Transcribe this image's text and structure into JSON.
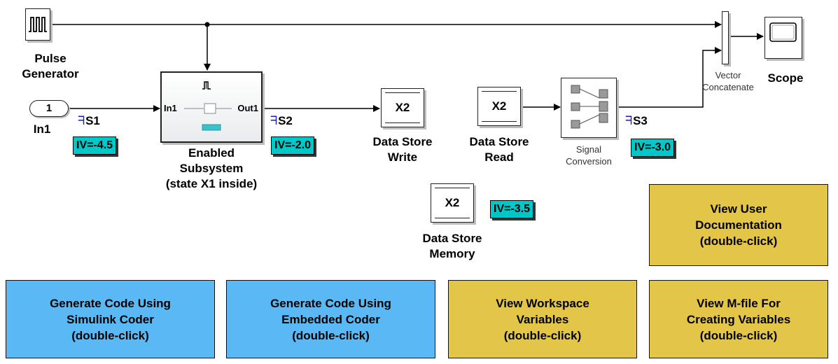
{
  "blocks": {
    "pulse_generator": {
      "label": "Pulse Generator"
    },
    "in1": {
      "port_number": "1",
      "label": "In1"
    },
    "enabled_subsystem": {
      "port_in": "In1",
      "port_out": "Out1",
      "label_line1": "Enabled",
      "label_line2": "Subsystem",
      "label_line3": "(state X1 inside)"
    },
    "data_store_write": {
      "var": "X2",
      "label_line1": "Data Store",
      "label_line2": "Write"
    },
    "data_store_read": {
      "var": "X2",
      "label_line1": "Data Store",
      "label_line2": "Read"
    },
    "data_store_memory": {
      "var": "X2",
      "label_line1": "Data Store",
      "label_line2": "Memory"
    },
    "signal_conversion": {
      "label_line1": "Signal",
      "label_line2": "Conversion"
    },
    "vector_concatenate": {
      "label_line1": "Vector",
      "label_line2": "Concatenate"
    },
    "scope": {
      "label": "Scope"
    }
  },
  "signals": {
    "s1": "S1",
    "s2": "S2",
    "s3": "S3"
  },
  "initial_values": {
    "s1": "IV=-4.5",
    "s2": "IV=-2.0",
    "s3": "IV=-3.0",
    "dsm": "IV=-3.5"
  },
  "buttons": {
    "generate_simulink": {
      "line1": "Generate Code Using",
      "line2": "Simulink Coder",
      "line3": "(double-click)"
    },
    "generate_embedded": {
      "line1": "Generate Code Using",
      "line2": "Embedded Coder",
      "line3": "(double-click)"
    },
    "view_workspace": {
      "line1": "View Workspace",
      "line2": "Variables",
      "line3": "(double-click)"
    },
    "view_mfile": {
      "line1": "View M-file For",
      "line2": "Creating Variables",
      "line3": "(double-click)"
    },
    "view_user_doc": {
      "line1": "View User",
      "line2": "Documentation",
      "line3": "(double-click)"
    }
  },
  "colors": {
    "iv_label": "#00c8c8",
    "blue_button": "#5ab8f4",
    "gold_button": "#e3c648",
    "signal_marker": "#1a1acc"
  }
}
